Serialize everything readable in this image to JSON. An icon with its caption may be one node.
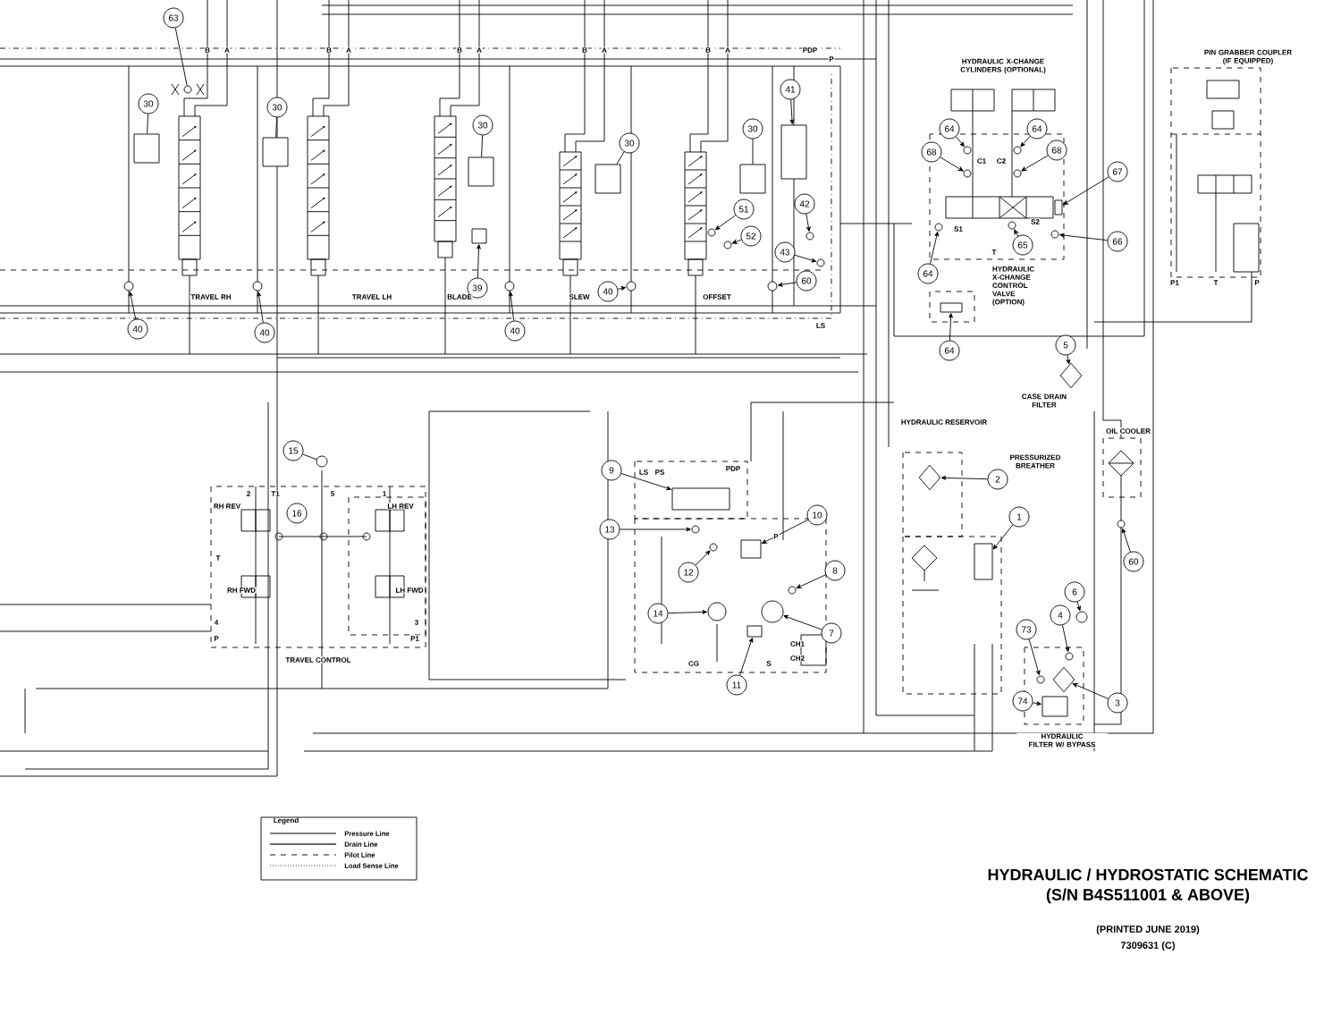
{
  "diagram": {
    "title": "HYDRAULIC / HYDROSTATIC SCHEMATIC",
    "nodes": [
      {
        "text": [
          "63"
        ]
      },
      {
        "text": [
          "30"
        ]
      },
      {
        "text": [
          "30"
        ]
      },
      {
        "text": [
          "30"
        ]
      },
      {
        "text": [
          "30"
        ]
      },
      {
        "text": [
          "30"
        ]
      },
      {
        "text": [
          "40"
        ]
      },
      {
        "text": [
          "40"
        ]
      },
      {
        "text": [
          "40"
        ]
      },
      {
        "text": [
          "40"
        ]
      },
      {
        "text": [
          "39"
        ]
      },
      {
        "text": [
          "41"
        ]
      },
      {
        "text": [
          "51"
        ]
      },
      {
        "text": [
          "52"
        ]
      },
      {
        "text": [
          "42"
        ]
      },
      {
        "text": [
          "43"
        ]
      },
      {
        "text": [
          "60"
        ]
      },
      {
        "text": [
          "64"
        ]
      },
      {
        "text": [
          "64"
        ]
      },
      {
        "text": [
          "68"
        ]
      },
      {
        "text": [
          "68"
        ]
      },
      {
        "text": [
          "67"
        ]
      },
      {
        "text": [
          "64"
        ]
      },
      {
        "text": [
          "65"
        ]
      },
      {
        "text": [
          "66"
        ]
      },
      {
        "text": [
          "64"
        ]
      },
      {
        "text": [
          "5"
        ]
      },
      {
        "text": [
          "15"
        ]
      },
      {
        "text": [
          "16"
        ]
      },
      {
        "text": [
          "9"
        ]
      },
      {
        "text": [
          "13"
        ]
      },
      {
        "text": [
          "10"
        ]
      },
      {
        "text": [
          "12"
        ]
      },
      {
        "text": [
          "8"
        ]
      },
      {
        "text": [
          "14"
        ]
      },
      {
        "text": [
          "7"
        ]
      },
      {
        "text": [
          "11"
        ]
      },
      {
        "text": [
          "2"
        ]
      },
      {
        "text": [
          "1"
        ]
      },
      {
        "text": [
          "6"
        ]
      },
      {
        "text": [
          "4"
        ]
      },
      {
        "text": [
          "73"
        ]
      },
      {
        "text": [
          "74"
        ]
      },
      {
        "text": [
          "3"
        ]
      },
      {
        "text": [
          "60"
        ]
      },
      {
        "text": [],
        "shape": "circle"
      },
      {
        "text": [],
        "shape": "box"
      },
      {
        "text": [],
        "shape": "box"
      },
      {
        "text": [],
        "shape": "box"
      },
      {
        "text": [],
        "shape": "box"
      },
      {
        "text": [],
        "shape": "box"
      },
      {
        "text": [],
        "shape": "circle"
      },
      {
        "text": [],
        "shape": "circle"
      },
      {
        "text": [],
        "shape": "circle"
      },
      {
        "text": [],
        "shape": "circle"
      },
      {
        "text": [],
        "shape": "box"
      },
      {
        "text": [],
        "shape": "box"
      },
      {
        "text": [],
        "shape": "circle"
      },
      {
        "text": [],
        "shape": "circle"
      },
      {
        "text": [],
        "shape": "circle"
      },
      {
        "text": [],
        "shape": "circle"
      },
      {
        "text": [],
        "shape": "circle"
      },
      {
        "text": [],
        "shape": "circle"
      },
      {
        "text": [],
        "shape": "circle"
      },
      {
        "text": [],
        "shape": "circle"
      },
      {
        "text": [],
        "shape": "circle"
      },
      {
        "text": [],
        "shape": "box"
      },
      {
        "text": [],
        "shape": "circle"
      },
      {
        "text": [],
        "shape": "circle"
      },
      {
        "text": [],
        "shape": "circle"
      },
      {
        "text": [],
        "shape": "box"
      },
      {
        "text": [],
        "shape": "diamond"
      },
      {
        "text": [],
        "shape": "circle"
      },
      {
        "text": [],
        "shape": "box"
      },
      {
        "text": [],
        "shape": "circle"
      },
      {
        "text": [],
        "shape": "box"
      },
      {
        "text": [],
        "shape": "circle"
      },
      {
        "text": [],
        "shape": "circle"
      },
      {
        "text": [],
        "shape": "circle"
      },
      {
        "text": [],
        "shape": "circle"
      },
      {
        "text": [],
        "shape": "box"
      },
      {
        "text": [],
        "shape": "diamond"
      },
      {
        "text": [],
        "shape": "box"
      },
      {
        "text": [],
        "shape": "circle"
      },
      {
        "text": [],
        "shape": "circle"
      },
      {
        "text": [],
        "shape": "circle"
      },
      {
        "text": [],
        "shape": "box"
      },
      {
        "text": [],
        "shape": "diamond"
      },
      {
        "text": [],
        "shape": "circle"
      }
    ],
    "edges": [
      {
        "from": 0,
        "to": 45,
        "arrow": "none"
      },
      {
        "from": 1,
        "to": 46,
        "arrow": "none"
      },
      {
        "from": 2,
        "to": 47,
        "arrow": "none"
      },
      {
        "from": 3,
        "to": 48,
        "arrow": "none"
      },
      {
        "from": 4,
        "to": 49,
        "arrow": "none"
      },
      {
        "from": 5,
        "to": 50,
        "arrow": "none"
      },
      {
        "from": 6,
        "to": 51,
        "arrow": "to"
      },
      {
        "from": 7,
        "to": 52,
        "arrow": "to"
      },
      {
        "from": 8,
        "to": 53,
        "arrow": "to"
      },
      {
        "from": 9,
        "to": 54,
        "arrow": "to"
      },
      {
        "from": 10,
        "to": 55,
        "arrow": "to"
      },
      {
        "from": 11,
        "to": 56,
        "arrow": "to"
      },
      {
        "from": 12,
        "to": 57,
        "arrow": "to"
      },
      {
        "from": 13,
        "to": 58,
        "arrow": "to"
      },
      {
        "from": 14,
        "to": 59,
        "arrow": "to"
      },
      {
        "from": 15,
        "to": 60,
        "arrow": "to"
      },
      {
        "from": 16,
        "to": 61,
        "arrow": "to"
      },
      {
        "from": 17,
        "to": 62,
        "arrow": "to"
      },
      {
        "from": 18,
        "to": 63,
        "arrow": "to"
      },
      {
        "from": 19,
        "to": 64,
        "arrow": "to"
      },
      {
        "from": 20,
        "to": 65,
        "arrow": "to"
      },
      {
        "from": 21,
        "to": 66,
        "arrow": "to"
      },
      {
        "from": 22,
        "to": 67,
        "arrow": "to"
      },
      {
        "from": 23,
        "to": 68,
        "arrow": "to"
      },
      {
        "from": 24,
        "to": 69,
        "arrow": "to"
      },
      {
        "from": 25,
        "to": 70,
        "arrow": "to"
      },
      {
        "from": 26,
        "to": 71,
        "arrow": "to"
      },
      {
        "from": 27,
        "to": 72,
        "arrow": "none"
      },
      {
        "from": 29,
        "to": 73,
        "arrow": "to"
      },
      {
        "from": 30,
        "to": 74,
        "arrow": "to"
      },
      {
        "from": 31,
        "to": 75,
        "arrow": "to"
      },
      {
        "from": 32,
        "to": 76,
        "arrow": "to"
      },
      {
        "from": 33,
        "to": 77,
        "arrow": "to"
      },
      {
        "from": 34,
        "to": 78,
        "arrow": "to"
      },
      {
        "from": 35,
        "to": 79,
        "arrow": "to"
      },
      {
        "from": 36,
        "to": 80,
        "arrow": "to"
      },
      {
        "from": 37,
        "to": 81,
        "arrow": "to"
      },
      {
        "from": 38,
        "to": 82,
        "arrow": "to"
      },
      {
        "from": 39,
        "to": 83,
        "arrow": "to"
      },
      {
        "from": 40,
        "to": 84,
        "arrow": "to"
      },
      {
        "from": 41,
        "to": 85,
        "arrow": "to"
      },
      {
        "from": 42,
        "to": 86,
        "arrow": "to"
      },
      {
        "from": 43,
        "to": 87,
        "arrow": "to"
      },
      {
        "from": 44,
        "to": 88,
        "arrow": "to"
      }
    ],
    "labels": [
      "B",
      "A",
      "B",
      "A",
      "B",
      "A",
      "B",
      "A",
      "B",
      "A",
      "PDP",
      "P",
      "TRAVEL RH",
      "TRAVEL LH",
      "BLADE",
      "SLEW",
      "OFFSET",
      "LS",
      "HYDRAULIC X-CHANGE CYLINDERS (OPTIONAL)",
      "C1",
      "C2",
      "S1",
      "S2",
      "T",
      "HYDRAULIC X-CHANGE CONTROL VALVE (OPTION)",
      "PIN GRABBER COUPLER (IF EQUIPPED)",
      "P1",
      "T",
      "P",
      "CASE DRAIN FILTER",
      "HYDRAULIC RESERVOIR",
      "PRESSURIZED BREATHER",
      "OIL COOLER",
      "2",
      "T1",
      "5",
      "1",
      "RH REV",
      "LH REV",
      "T",
      "RH FWD",
      "LH FWD",
      "4",
      "3",
      "P",
      "P1",
      "TRAVEL CONTROL",
      "LS",
      "PS",
      "PDP",
      "P",
      "CG",
      "S",
      "CH1",
      "CH2",
      "HYDRAULIC FILTER W/ BYPASS",
      "Legend",
      "(S/N B4S511001 & ABOVE)",
      "(PRINTED JUNE 2019)",
      "7309631 (C)"
    ],
    "legend": [
      {
        "text": "Pressure Line"
      },
      {
        "text": "Drain Line"
      },
      {
        "text": "Pilot Line"
      },
      {
        "text": "Load Sense Line"
      }
    ]
  }
}
